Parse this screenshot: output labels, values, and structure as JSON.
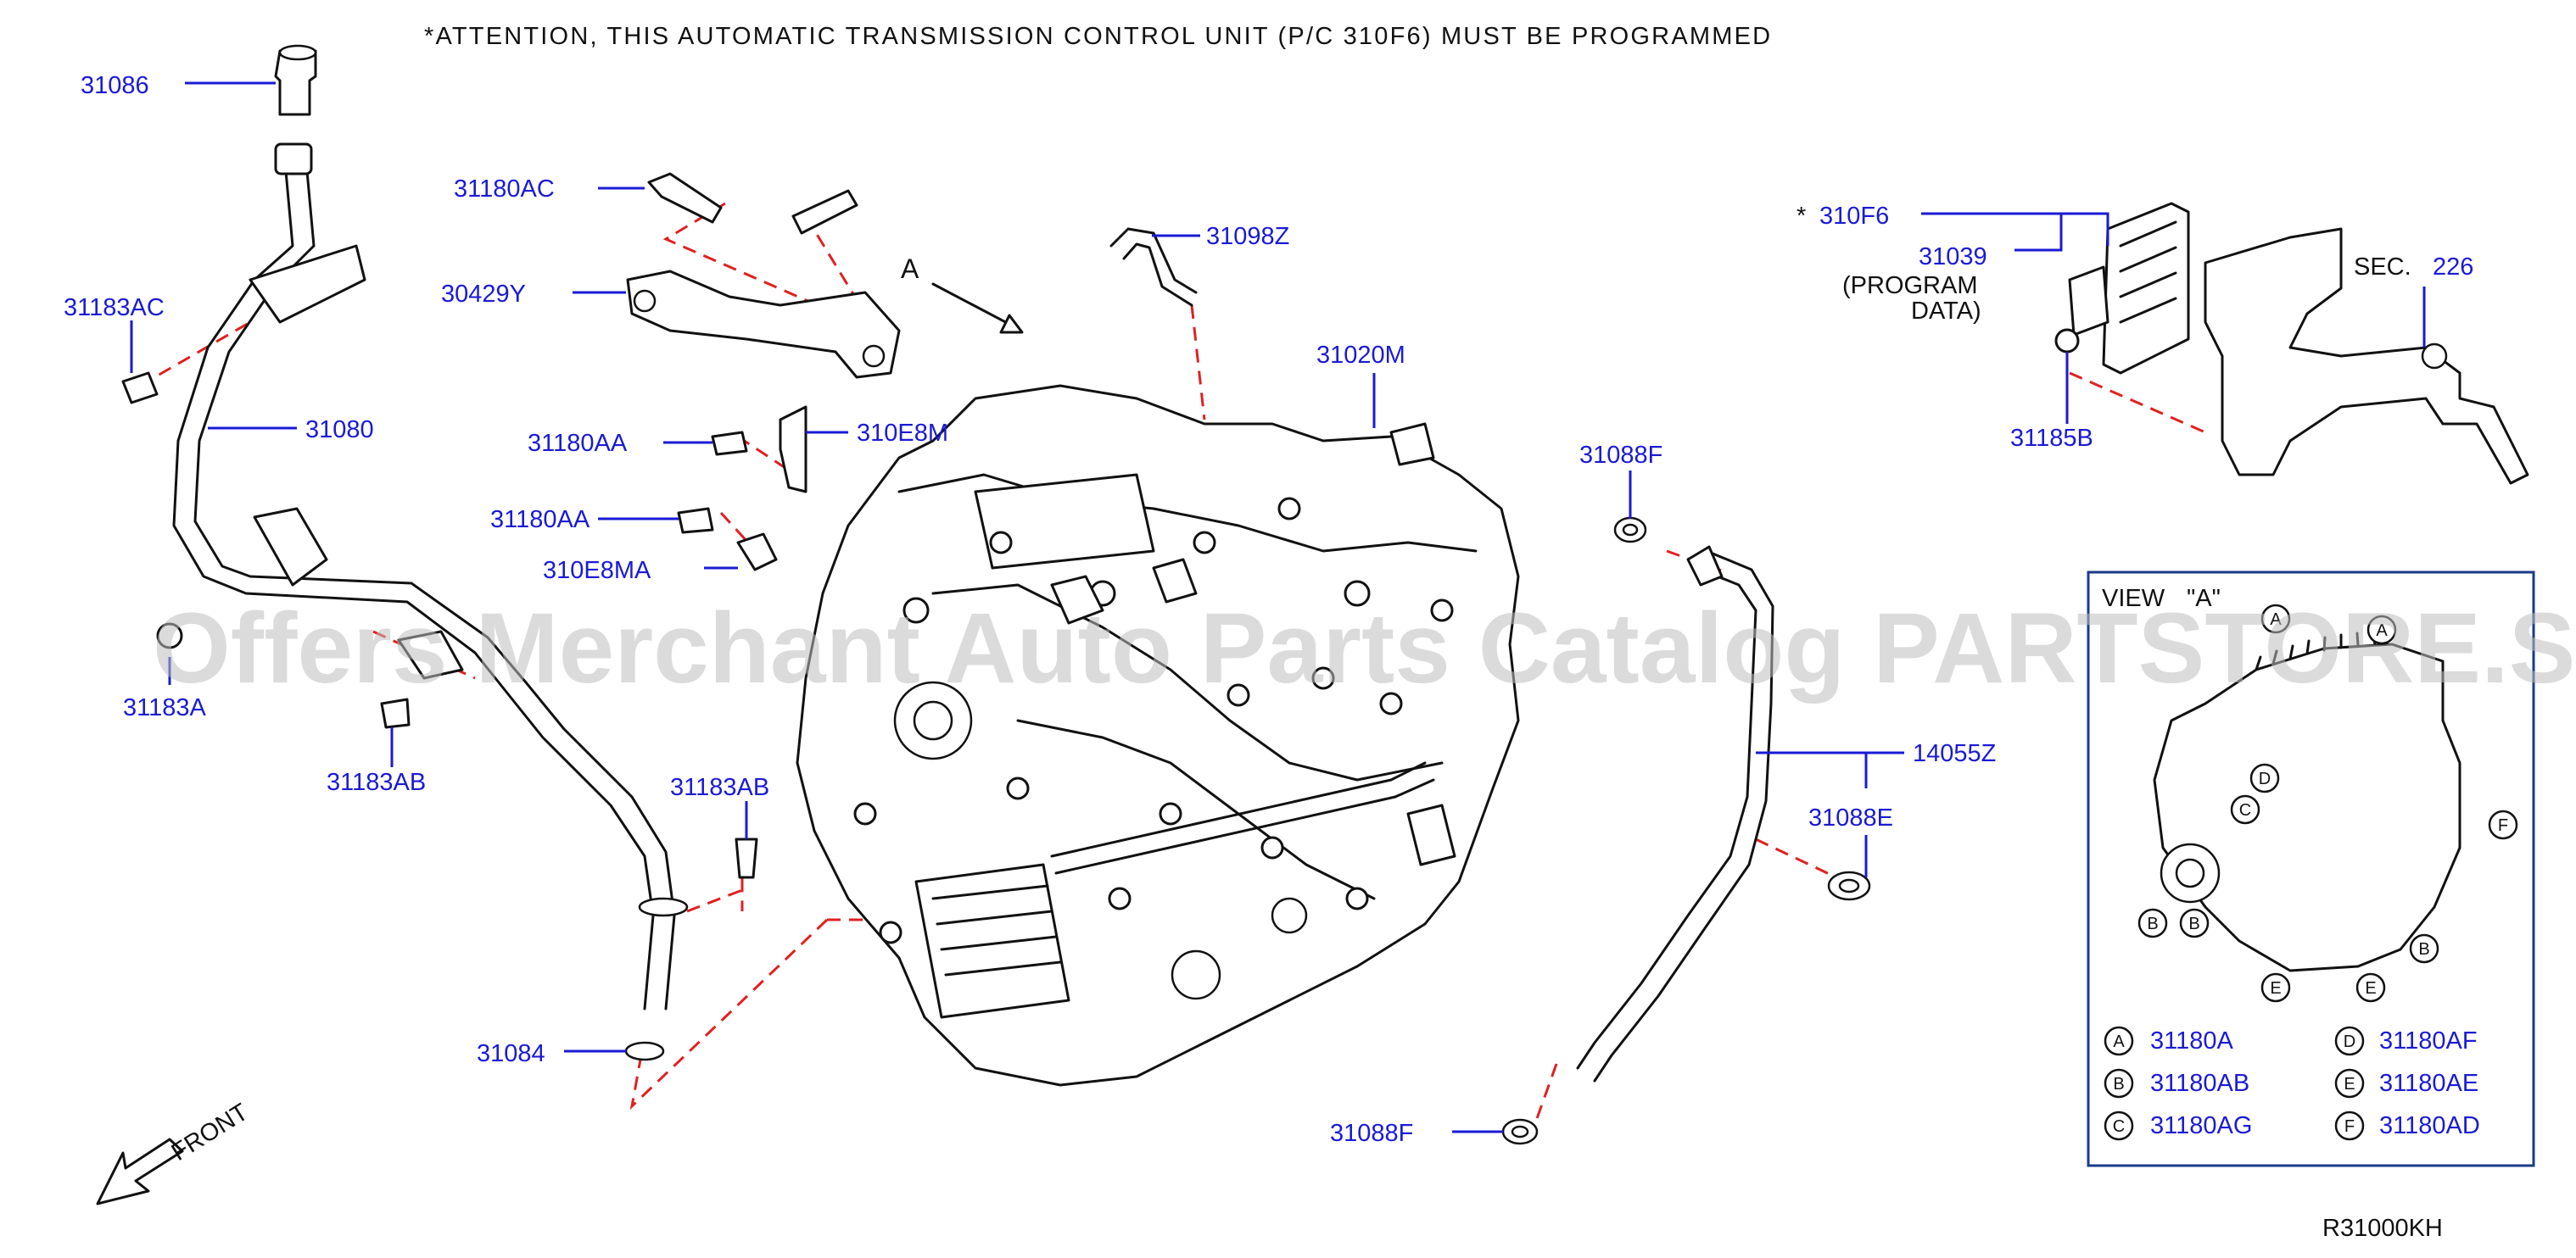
{
  "header": {
    "attention_note": "*ATTENTION, THIS AUTOMATIC TRANSMISSION CONTROL UNIT (P/C 310F6) MUST BE PROGRAMMED"
  },
  "watermark": "Offers Merchant Auto Parts Catalog PARTSTORE.SA",
  "diagram_code": "R31000KH",
  "front_label": "FRONT",
  "view_marker": "A",
  "callouts": {
    "p31086": "31086",
    "p31180AC": "31180AC",
    "p30429Y": "30429Y",
    "p31183AC": "31183AC",
    "p31080": "31080",
    "p31180AA_1": "31180AA",
    "p310E8M": "310E8M",
    "p31180AA_2": "31180AA",
    "p310E8MA": "310E8MA",
    "p31183A": "31183A",
    "p31183AB_1": "31183AB",
    "p31183AB_2": "31183AB",
    "p31084": "31084",
    "p31098Z": "31098Z",
    "p31020M": "31020M",
    "p31088F_1": "31088F",
    "p14055Z": "14055Z",
    "p31088E": "31088E",
    "p31088F_2": "31088F",
    "p310F6": "310F6",
    "p310F6_star": "*",
    "p31039": "31039",
    "program_data_1": "(PROGRAM",
    "program_data_2": "DATA)",
    "p31185B": "31185B",
    "sec_label": "SEC.",
    "sec_num": "226"
  },
  "view_a": {
    "title": "VIEW",
    "title_letter": "\"A\"",
    "legend": [
      {
        "letter": "A",
        "part": "31180A"
      },
      {
        "letter": "B",
        "part": "31180AB"
      },
      {
        "letter": "C",
        "part": "31180AG"
      },
      {
        "letter": "D",
        "part": "31180AF"
      },
      {
        "letter": "E",
        "part": "31180AE"
      },
      {
        "letter": "F",
        "part": "31180AD"
      }
    ],
    "markers": [
      "A",
      "A",
      "D",
      "C",
      "F",
      "B",
      "B",
      "E",
      "E",
      "B"
    ]
  },
  "colors": {
    "callout_text": "#1a1ad6",
    "leader_line": "#1a1ad6",
    "dashed_guide": "#e02020",
    "part_outline": "#111111",
    "watermark": "#bdbdbd"
  }
}
